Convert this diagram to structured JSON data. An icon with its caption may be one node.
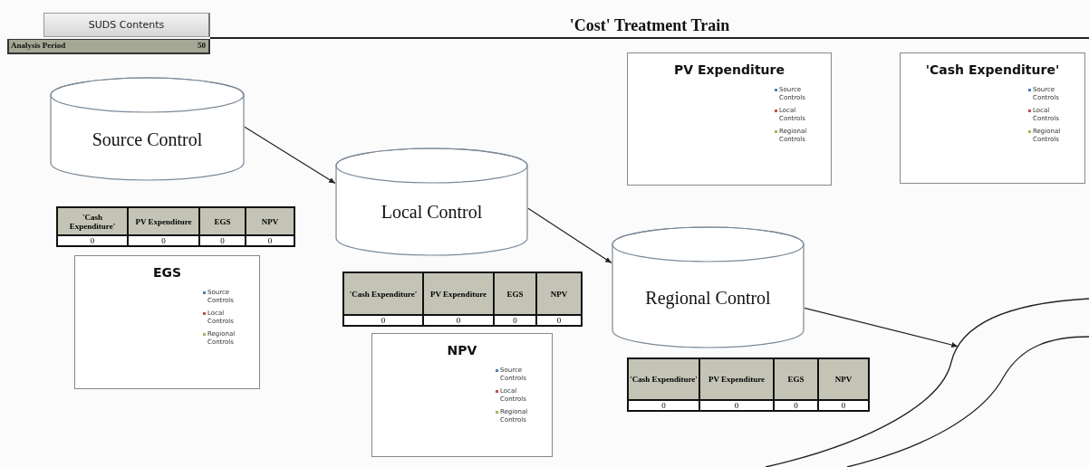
{
  "diagram": {
    "title": "'Cost' Treatment Train",
    "nodes": [
      {
        "text": [
          "Source Control"
        ]
      },
      {
        "text": [
          "Local Control"
        ]
      },
      {
        "text": [
          "Regional Control"
        ]
      },
      {
        "text": [],
        "shape": "picture"
      },
      {
        "text": [
          "PV Expenditure",
          "Source Controls",
          "Local Controls",
          "Regional Controls"
        ]
      },
      {
        "text": [
          "'Cash Expenditure'",
          "Source Controls",
          "Local Controls",
          "Regional Controls"
        ]
      },
      {
        "text": [
          "EGS",
          "Source Controls",
          "Local Controls",
          "Regional Controls"
        ]
      },
      {
        "text": [
          "NPV",
          "Source Controls",
          "Local Controls",
          "Regional Controls"
        ]
      }
    ],
    "edges": [
      {
        "from": 0,
        "to": 1,
        "arrow": "to"
      },
      {
        "from": 1,
        "to": 2,
        "arrow": "to"
      },
      {
        "from": 2,
        "to": 3,
        "arrow": "to"
      }
    ],
    "labels": [
      "SUDS Contents",
      "Analysis Period",
      "50",
      "'Cash Expenditure'",
      "PV Expenditure",
      "EGS",
      "NPV",
      "0",
      "0",
      "0",
      "0",
      "'Cash Expenditure'",
      "PV Expenditure",
      "EGS",
      "NPV",
      "0",
      "0",
      "0",
      "0",
      "'Cash Expenditure'",
      "PV Expenditure",
      "EGS",
      "NPV",
      "0",
      "0",
      "0",
      "0"
    ]
  }
}
